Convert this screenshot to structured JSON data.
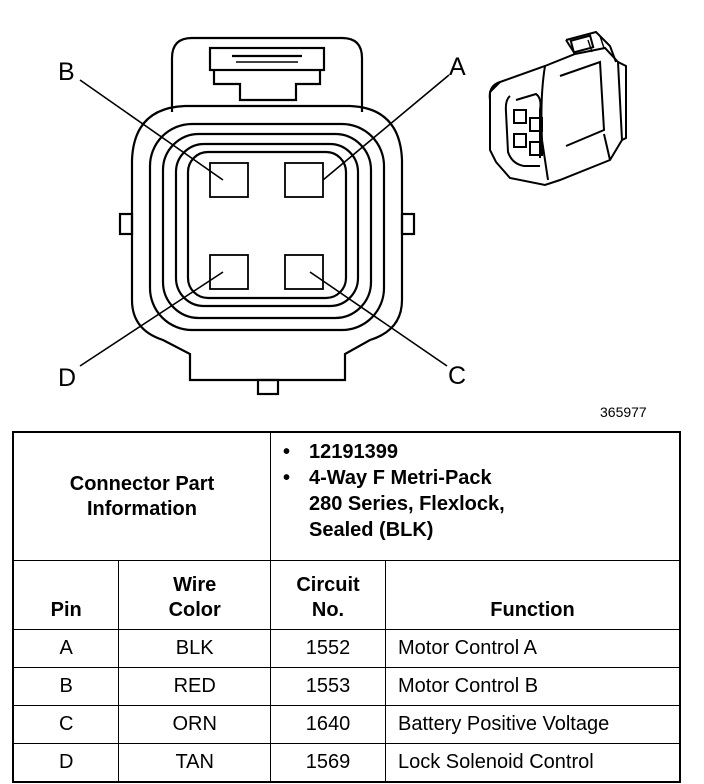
{
  "diagram": {
    "pin_labels": {
      "A": "A",
      "B": "B",
      "C": "C",
      "D": "D"
    },
    "reference_number": "365977"
  },
  "table": {
    "header_label_line1": "Connector Part",
    "header_label_line2": "Information",
    "part_info": [
      "12191399",
      "4-Way F Metri-Pack",
      "280 Series, Flexlock,",
      "Sealed (BLK)"
    ],
    "columns": {
      "pin": "Pin",
      "wire_line1": "Wire",
      "wire_line2": "Color",
      "circuit_line1": "Circuit",
      "circuit_line2": "No.",
      "function": "Function"
    },
    "rows": [
      {
        "pin": "A",
        "wire": "BLK",
        "circuit": "1552",
        "function": "Motor Control A"
      },
      {
        "pin": "B",
        "wire": "RED",
        "circuit": "1553",
        "function": "Motor Control B"
      },
      {
        "pin": "C",
        "wire": "ORN",
        "circuit": "1640",
        "function": "Battery Positive Voltage"
      },
      {
        "pin": "D",
        "wire": "TAN",
        "circuit": "1569",
        "function": "Lock Solenoid Control"
      }
    ]
  }
}
